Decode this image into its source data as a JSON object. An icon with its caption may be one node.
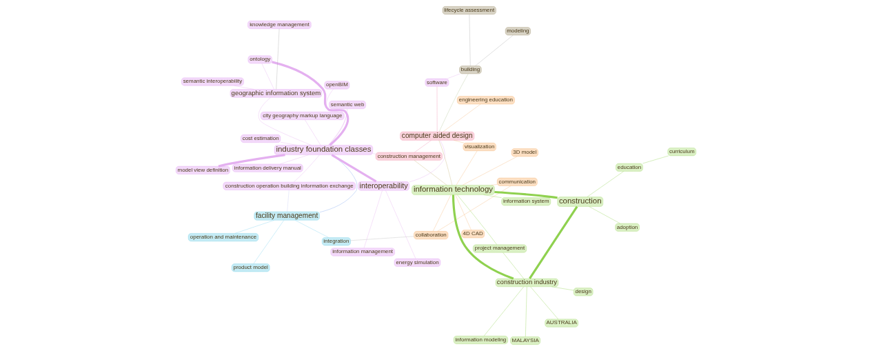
{
  "diagram": {
    "nodes": [
      {
        "text": [
          "collaboration"
        ]
      },
      {
        "text": [
          "4D CAD"
        ]
      },
      {
        "text": [
          "integration"
        ]
      },
      {
        "text": [
          "communication"
        ]
      },
      {
        "text": [
          "product model"
        ]
      },
      {
        "text": [
          "operation and maintenance"
        ]
      },
      {
        "text": [
          "information management"
        ]
      },
      {
        "text": [
          "construction"
        ]
      },
      {
        "text": [
          "MALAYSIA"
        ]
      },
      {
        "text": [
          "AUSTRALIA"
        ]
      },
      {
        "text": [
          "facility management"
        ]
      },
      {
        "text": [
          "visualization"
        ]
      },
      {
        "text": [
          "information system"
        ]
      },
      {
        "text": [
          "engineering education"
        ]
      },
      {
        "text": [
          "design"
        ]
      },
      {
        "text": [
          "project management"
        ]
      },
      {
        "text": [
          "adoption"
        ]
      },
      {
        "text": [
          "construction industry"
        ]
      },
      {
        "text": [
          "construction operation building information exchange"
        ]
      },
      {
        "text": [
          "information technology"
        ]
      },
      {
        "text": [
          "energy simulation"
        ]
      },
      {
        "text": [
          "information delivery manual"
        ]
      },
      {
        "text": [
          "education"
        ]
      },
      {
        "text": [
          "3D model"
        ]
      },
      {
        "text": [
          "openBIM"
        ]
      },
      {
        "text": [
          "model view definition"
        ]
      },
      {
        "text": [
          "curriculum"
        ]
      },
      {
        "text": [
          "interoperability"
        ]
      },
      {
        "text": [
          "information modeling"
        ]
      },
      {
        "text": [
          "computer aided design"
        ]
      },
      {
        "text": [
          "industry foundation classes"
        ]
      },
      {
        "text": [
          "modeling"
        ]
      },
      {
        "text": [
          "construction management"
        ]
      },
      {
        "text": [
          "ontology"
        ]
      },
      {
        "text": [
          "software"
        ]
      },
      {
        "text": [
          "knowledge management"
        ]
      },
      {
        "text": [
          "building"
        ]
      },
      {
        "text": [
          "semantic web"
        ]
      },
      {
        "text": [
          "lifecycle assessment"
        ]
      },
      {
        "text": [
          "cost estimation"
        ]
      },
      {
        "text": [
          "city geography markup language"
        ]
      },
      {
        "text": [
          "geographic information system"
        ]
      },
      {
        "text": [
          "semantic interoperability"
        ]
      }
    ],
    "edges": [
      {
        "from": 7,
        "to": 17,
        "arrow": "none",
        "style": "thick",
        "color": "#8fd14f"
      },
      {
        "from": 17,
        "to": 19,
        "arrow": "none",
        "style": "thick",
        "color": "#8fd14f"
      },
      {
        "from": 7,
        "to": 19,
        "arrow": "none",
        "style": "thick",
        "color": "#8fd14f"
      },
      {
        "from": 14,
        "to": 17,
        "arrow": "none",
        "color": "#8fd14f"
      },
      {
        "from": 15,
        "to": 17,
        "arrow": "none",
        "color": "#8fd14f"
      },
      {
        "from": 9,
        "to": 17,
        "arrow": "none",
        "color": "#8fd14f"
      },
      {
        "from": 8,
        "to": 17,
        "arrow": "none",
        "color": "#8fd14f"
      },
      {
        "from": 15,
        "to": 19,
        "arrow": "none",
        "color": "#8fd14f"
      },
      {
        "from": 12,
        "to": 19,
        "arrow": "none",
        "color": "#8fd14f"
      },
      {
        "from": 16,
        "to": 7,
        "arrow": "none",
        "color": "#8fd14f"
      },
      {
        "from": 22,
        "to": 7,
        "arrow": "none",
        "color": "#8fd14f"
      },
      {
        "from": 28,
        "to": 17,
        "arrow": "none",
        "color": "#8fd14f"
      },
      {
        "from": 22,
        "to": 26,
        "arrow": "none",
        "color": "#8fd14f"
      },
      {
        "from": 0,
        "to": 3,
        "arrow": "none",
        "color": "#f5b77a"
      },
      {
        "from": 0,
        "to": 19,
        "arrow": "none",
        "color": "#f5b77a"
      },
      {
        "from": 0,
        "to": 2,
        "arrow": "none",
        "color": "#bbbbbb"
      },
      {
        "from": 1,
        "to": 19,
        "arrow": "none",
        "color": "#f5b77a"
      },
      {
        "from": 3,
        "to": 19,
        "arrow": "none",
        "color": "#f5b77a"
      },
      {
        "from": 11,
        "to": 19,
        "arrow": "none",
        "color": "#f5b77a"
      },
      {
        "from": 11,
        "to": 29,
        "arrow": "none",
        "color": "#f5b77a"
      },
      {
        "from": 13,
        "to": 29,
        "arrow": "none",
        "color": "#f5b77a"
      },
      {
        "from": 19,
        "to": 23,
        "arrow": "none",
        "color": "#f5b77a"
      },
      {
        "from": 2,
        "to": 10,
        "arrow": "none",
        "color": "#7fd3ee"
      },
      {
        "from": 10,
        "to": 4,
        "arrow": "none",
        "color": "#7fd3ee"
      },
      {
        "from": 10,
        "to": 5,
        "arrow": "none",
        "color": "#7fd3ee"
      },
      {
        "from": 10,
        "to": 30,
        "arrow": "none",
        "color": "#7fa8ee"
      },
      {
        "from": 10,
        "to": 18,
        "arrow": "none",
        "color": "#c6cdf5"
      },
      {
        "from": 6,
        "to": 27,
        "arrow": "none"
      },
      {
        "from": 27,
        "to": 30,
        "arrow": "none",
        "style": "thick"
      },
      {
        "from": 30,
        "to": 25,
        "arrow": "none",
        "style": "thick"
      },
      {
        "from": 30,
        "to": 33,
        "arrow": "none",
        "style": "thick"
      },
      {
        "from": 30,
        "to": 21,
        "arrow": "none"
      },
      {
        "from": 30,
        "to": 18,
        "arrow": "none"
      },
      {
        "from": 30,
        "to": 24,
        "arrow": "none"
      },
      {
        "from": 30,
        "to": 37,
        "arrow": "none"
      },
      {
        "from": 30,
        "to": 39,
        "arrow": "none"
      },
      {
        "from": 30,
        "to": 40,
        "arrow": "none"
      },
      {
        "from": 30,
        "to": 41,
        "arrow": "none"
      },
      {
        "from": 20,
        "to": 27,
        "arrow": "none"
      },
      {
        "from": 27,
        "to": 29,
        "arrow": "none"
      },
      {
        "from": 29,
        "to": 32,
        "arrow": "none",
        "color": "#f08cb0"
      },
      {
        "from": 32,
        "to": 30,
        "arrow": "none"
      },
      {
        "from": 19,
        "to": 32,
        "arrow": "none",
        "color": "#c8b47a"
      },
      {
        "from": 29,
        "to": 19,
        "arrow": "none",
        "color": "#c8b47a"
      },
      {
        "from": 29,
        "to": 36,
        "arrow": "none",
        "color": "#b5c89a"
      },
      {
        "from": 36,
        "to": 31,
        "arrow": "none",
        "color": "#aaaaaa"
      },
      {
        "from": 36,
        "to": 38,
        "arrow": "none",
        "color": "#aaaaaa"
      },
      {
        "from": 36,
        "to": 34,
        "arrow": "none"
      },
      {
        "from": 34,
        "to": 29,
        "arrow": "none",
        "color": "#f08cb0"
      },
      {
        "from": 35,
        "to": 41,
        "arrow": "none",
        "color": "#aaaaaa"
      },
      {
        "from": 33,
        "to": 41,
        "arrow": "none"
      },
      {
        "from": 41,
        "to": 42,
        "arrow": "none"
      }
    ]
  }
}
